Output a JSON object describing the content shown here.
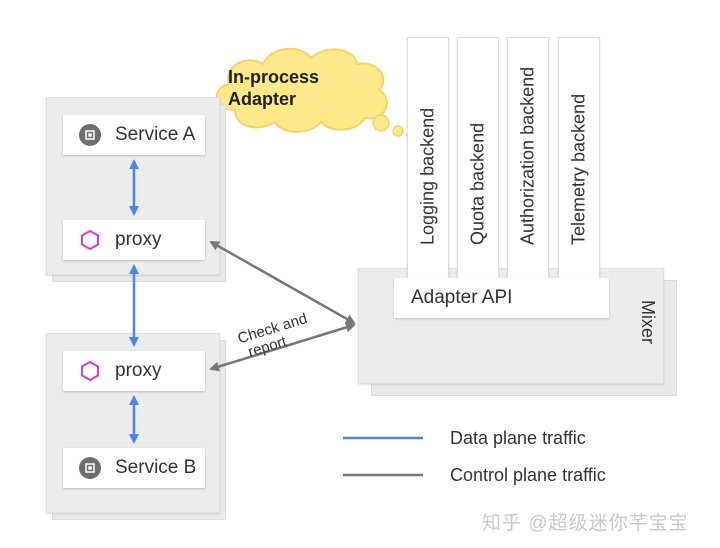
{
  "cloud": {
    "label_line1": "In-process",
    "label_line2": "Adapter"
  },
  "pod_a": {
    "service_label": "Service A",
    "proxy_label": "proxy"
  },
  "pod_b": {
    "service_label": "Service B",
    "proxy_label": "proxy"
  },
  "backends": [
    {
      "label": "Logging backend"
    },
    {
      "label": "Quota backend"
    },
    {
      "label": "Authorization backend"
    },
    {
      "label": "Telemetry backend"
    }
  ],
  "mixer": {
    "label": "Mixer",
    "adapter_api_label": "Adapter API"
  },
  "edge_label": {
    "line1": "Check and",
    "line2": "report"
  },
  "legend": [
    {
      "label": "Data plane traffic",
      "color": "#4a86e8"
    },
    {
      "label": "Control plane traffic",
      "color": "#777777"
    }
  ],
  "colors": {
    "data_plane": "#4a86e8",
    "control_plane": "#777777",
    "proxy_icon": "#d63be0",
    "service_icon": "#6e6e6e",
    "cloud_fill": "#fde98a",
    "cloud_stroke": "#f2d36a"
  },
  "watermark": "知乎 @超级迷你芊宝宝"
}
